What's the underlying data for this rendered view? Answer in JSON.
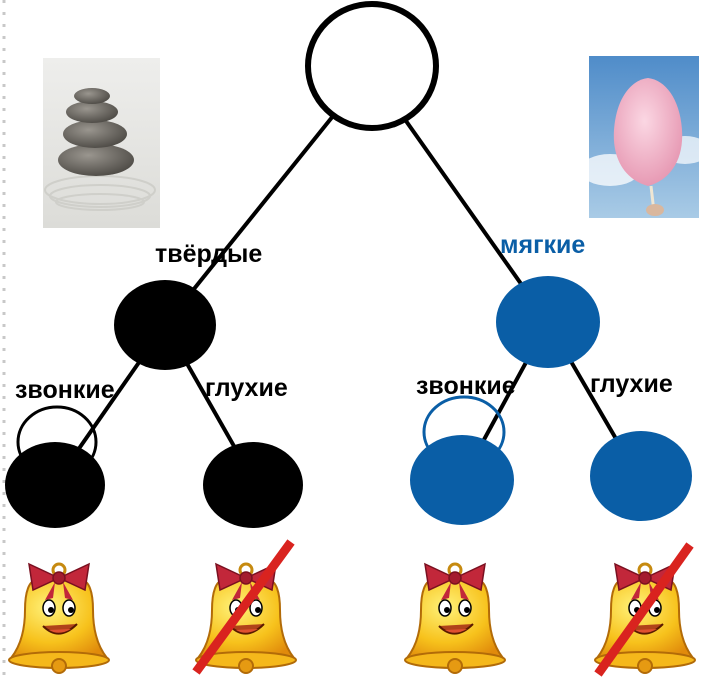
{
  "labels": {
    "hard": "твёрдые",
    "soft": "мягкие",
    "voiced_left": "звонкие",
    "voiceless_left": "глухие",
    "voiced_right": "звонкие",
    "voiceless_right": "глухие"
  },
  "colors": {
    "black_node": "#000000",
    "blue_node": "#0a5ea6",
    "blue_text": "#0a5ea6",
    "cross_red": "#d9231f",
    "border_dots": "#c8c8c8"
  },
  "icons": {
    "stones": "zen-stones-photo",
    "cotton_candy": "cotton-candy-photo",
    "bell": "cartoon-bell-icon"
  }
}
